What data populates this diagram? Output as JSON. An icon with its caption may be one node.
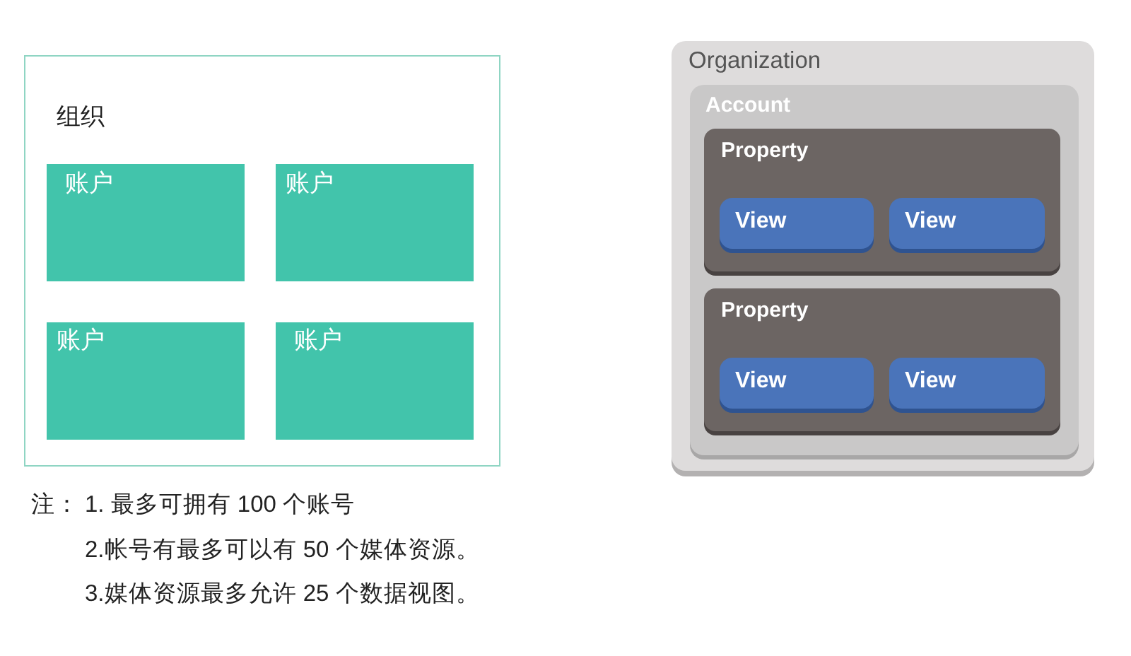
{
  "diagram": {
    "nodes": [
      {
        "text": [
          "组织"
        ]
      },
      {
        "text": [
          "账户"
        ],
        "in": 0
      },
      {
        "text": [
          "账户"
        ],
        "in": 0
      },
      {
        "text": [
          "账户"
        ],
        "in": 0
      },
      {
        "text": [
          "账户"
        ],
        "in": 0
      },
      {
        "text": [
          "Organization"
        ]
      },
      {
        "text": [
          "Account"
        ],
        "in": 5
      },
      {
        "text": [
          "Property"
        ],
        "in": 6
      },
      {
        "text": [
          "View"
        ],
        "in": 7
      },
      {
        "text": [
          "View"
        ],
        "in": 7
      },
      {
        "text": [
          "Property"
        ],
        "in": 6
      },
      {
        "text": [
          "View"
        ],
        "in": 10
      },
      {
        "text": [
          "View"
        ],
        "in": 10
      }
    ],
    "labels": [
      "注：",
      "1. 最多可拥有 100 个账号",
      "2.帐号有最多可以有 50 个媒体资源。",
      "3.媒体资源最多允许 25 个数据视图。"
    ]
  }
}
